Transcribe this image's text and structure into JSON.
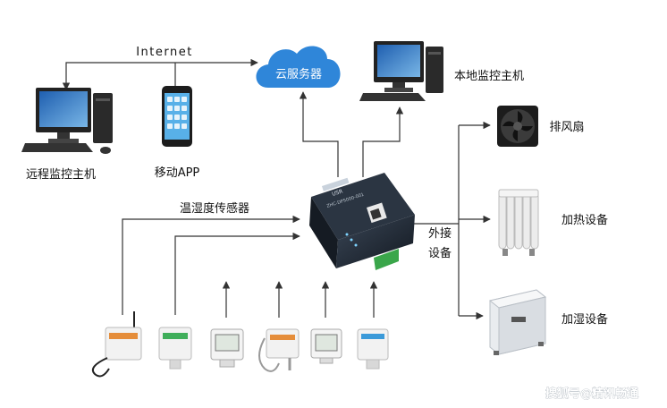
{
  "labels": {
    "internet": "Internet",
    "cloud": "云服务器",
    "local_host": "本地监控主机",
    "remote_host": "远程监控主机",
    "mobile_app": "移动APP",
    "sensor": "温湿度传感器",
    "external_line1": "外接",
    "external_line2": "设备",
    "fan": "排风扇",
    "heater": "加热设备",
    "humidifier": "加湿设备",
    "gateway_brand": "USR",
    "gateway_model": "ZHC-DP5000-001",
    "watermark": "搜狐号@精讯畅通"
  },
  "colors": {
    "cloud": "#2f86d9",
    "arrow": "#333333",
    "gateway": "#1d2633",
    "terminal": "#3aa64a",
    "watermark": "#ffffff"
  }
}
